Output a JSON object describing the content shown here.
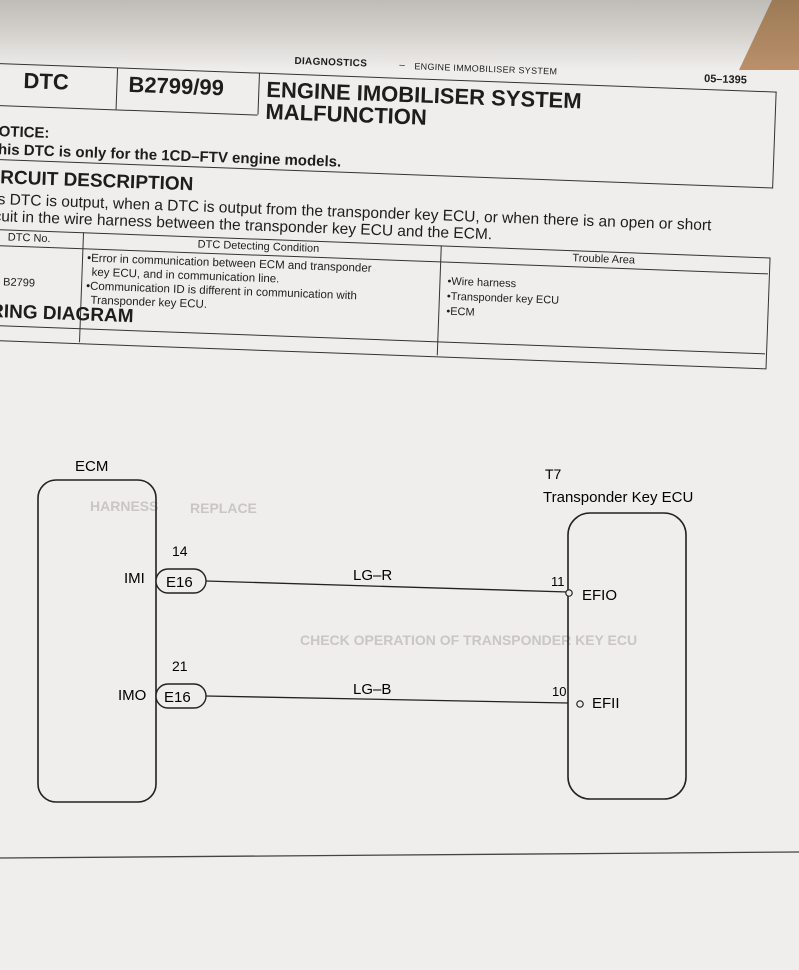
{
  "header": {
    "category": "DIAGNOSTICS",
    "separator": "–",
    "system": "ENGINE IMMOBILISER SYSTEM",
    "page_number": "05–1395"
  },
  "dtc_box": {
    "label": "DTC",
    "code": "B2799/99",
    "title_line1": "ENGINE IMOBILISER SYSTEM",
    "title_line2": "MALFUNCTION"
  },
  "notice": {
    "heading": "OTICE:",
    "text": "his DTC is only for the 1CD–FTV engine models."
  },
  "circuit": {
    "heading": "IRCUIT DESCRIPTION",
    "line1": "is DTC is output, when a DTC is output from the transponder key ECU, or when there is an open or short",
    "line2": "cuit in the wire harness between the transponder key ECU and the ECM."
  },
  "table": {
    "headers": [
      "DTC No.",
      "DTC Detecting Condition",
      "Trouble Area"
    ],
    "dtc_no": "B2799",
    "conditions": [
      "•Error in communication between ECM and transponder",
      "key ECU, and in communication line.",
      "•Communication ID is different in communication with",
      "Transponder key ECU."
    ],
    "areas": [
      "•Wire harness",
      "•Transponder key ECU",
      "•ECM"
    ]
  },
  "wiring": {
    "heading": "RING DIAGRAM",
    "ecm_label": "ECM",
    "ecu_code": "T7",
    "ecu_label": "Transponder Key ECU",
    "wires": [
      {
        "pin_left": "14",
        "signal_left": "IMI",
        "connector": "E16",
        "color": "LG–R",
        "pin_right": "11",
        "signal_right": "EFIO"
      },
      {
        "pin_left": "21",
        "signal_left": "IMO",
        "connector": "E16",
        "color": "LG–B",
        "pin_right": "10",
        "signal_right": "EFII"
      }
    ]
  }
}
